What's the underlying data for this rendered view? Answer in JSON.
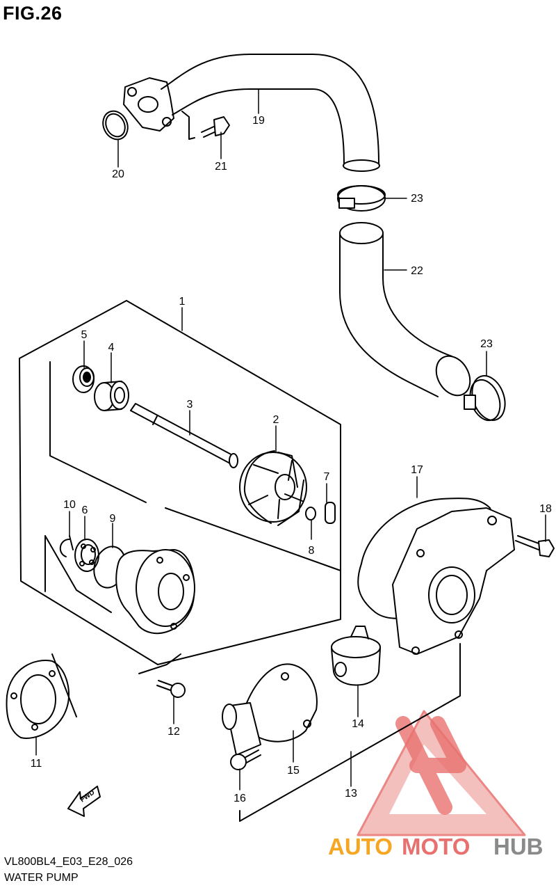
{
  "header": {
    "figure_label": "FIG.26"
  },
  "footer": {
    "diagram_code": "VL800BL4_E03_E28_026",
    "diagram_name": "WATER PUMP"
  },
  "callouts": {
    "c1": "1",
    "c2": "2",
    "c3": "3",
    "c4": "4",
    "c5": "5",
    "c6": "6",
    "c7": "7",
    "c8": "8",
    "c9": "9",
    "c10": "10",
    "c11": "11",
    "c12": "12",
    "c13": "13",
    "c14": "14",
    "c15": "15",
    "c16": "16",
    "c17": "17",
    "c18": "18",
    "c19": "19",
    "c20": "20",
    "c21": "21",
    "c22": "22",
    "c23a": "23",
    "c23b": "23"
  },
  "direction_marker": {
    "label": "FWD"
  },
  "watermark": {
    "part1": "AUTO",
    "part2": "MOTO",
    "part3": "HUB",
    "color_orange": "#f5a623",
    "color_red": "#e8716f",
    "color_gray": "#8a8a8a"
  }
}
